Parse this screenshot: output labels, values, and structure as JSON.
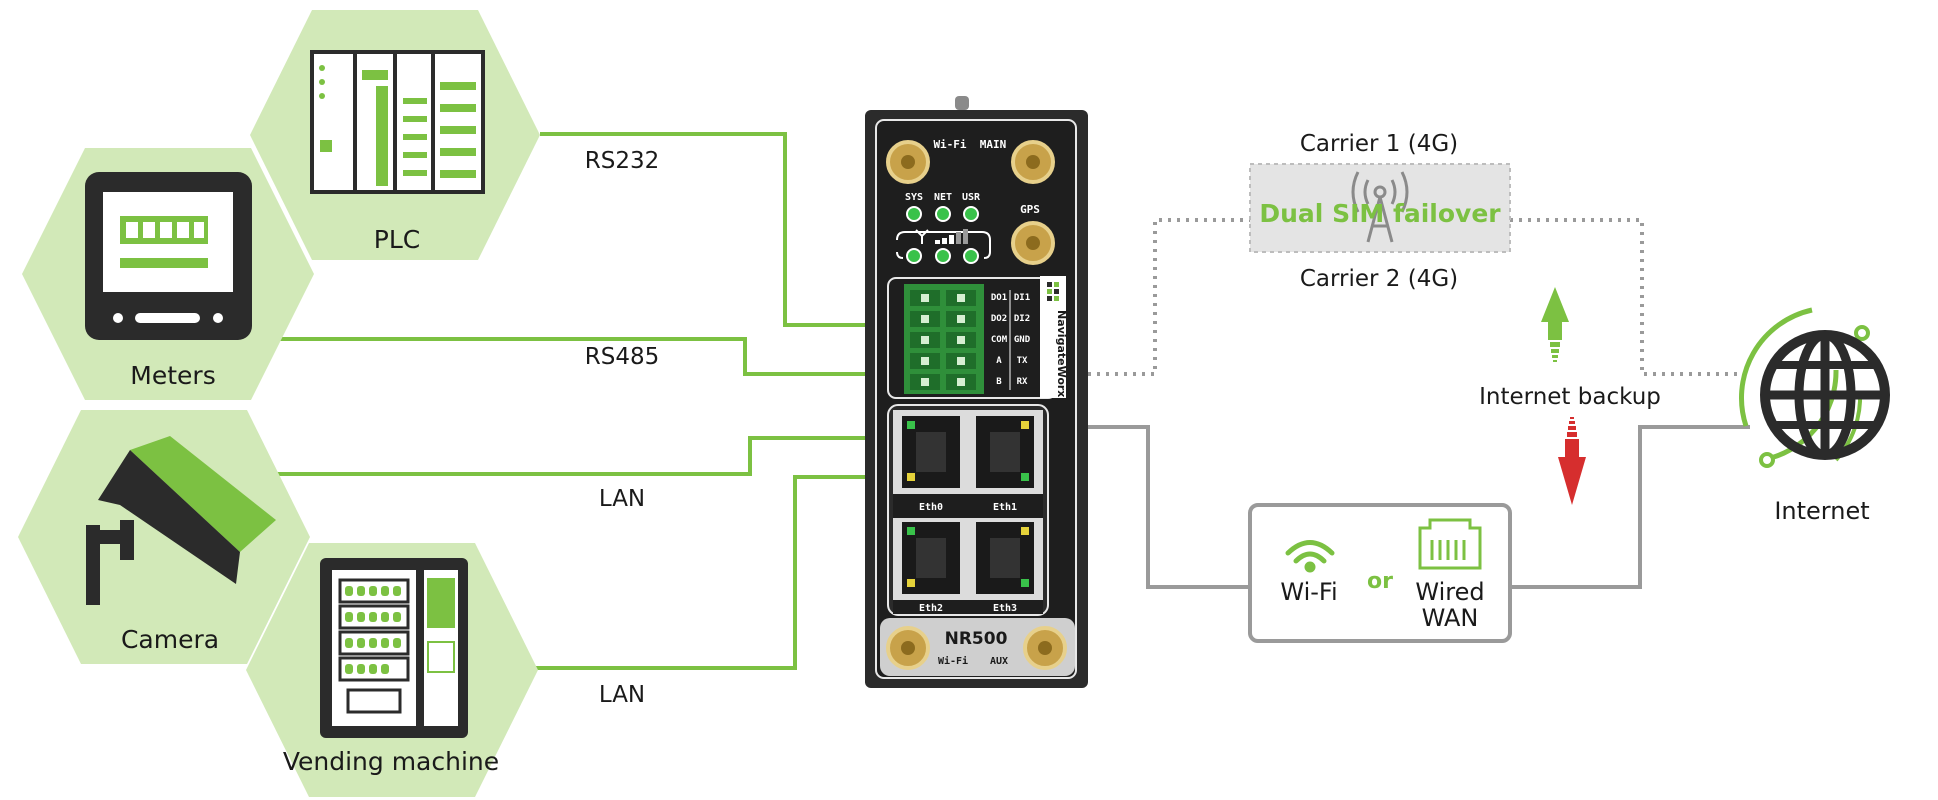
{
  "devices": {
    "plc": "PLC",
    "meters": "Meters",
    "camera": "Camera",
    "vending": "Vending machine"
  },
  "links": {
    "rs232": "RS232",
    "rs485": "RS485",
    "lan_top": "LAN",
    "lan_bottom": "LAN"
  },
  "router": {
    "model": "NR500",
    "brand": "NavigateWorx",
    "antenna_top_left": "Wi-Fi",
    "antenna_top_right": "MAIN",
    "antenna_gps": "GPS",
    "antenna_bottom_left": "Wi-Fi",
    "antenna_bottom_right": "AUX",
    "leds": [
      "SYS",
      "NET",
      "USR"
    ],
    "io_labels": [
      "DO1",
      "DI1",
      "DO2",
      "DI2",
      "COM",
      "GND",
      "A",
      "TX",
      "B",
      "RX"
    ],
    "eth_ports": [
      "Eth0",
      "Eth1",
      "Eth2",
      "Eth3"
    ]
  },
  "cellular": {
    "carrier1": "Carrier 1 (4G)",
    "carrier2": "Carrier 2 (4G)",
    "failover": "Dual SIM failover"
  },
  "backup": {
    "label": "Internet backup",
    "up_color": "#7cc142",
    "down_color": "#d62e2e"
  },
  "wan": {
    "wifi": "Wi-Fi",
    "or": "or",
    "wired_line1": "Wired",
    "wired_line2": "WAN"
  },
  "internet": {
    "label": "Internet"
  },
  "colors": {
    "accent": "#7cc142",
    "hex_fill": "#d2e9b8",
    "device_dark": "#2b2b2b",
    "wire_gray": "#9a9a9a"
  }
}
